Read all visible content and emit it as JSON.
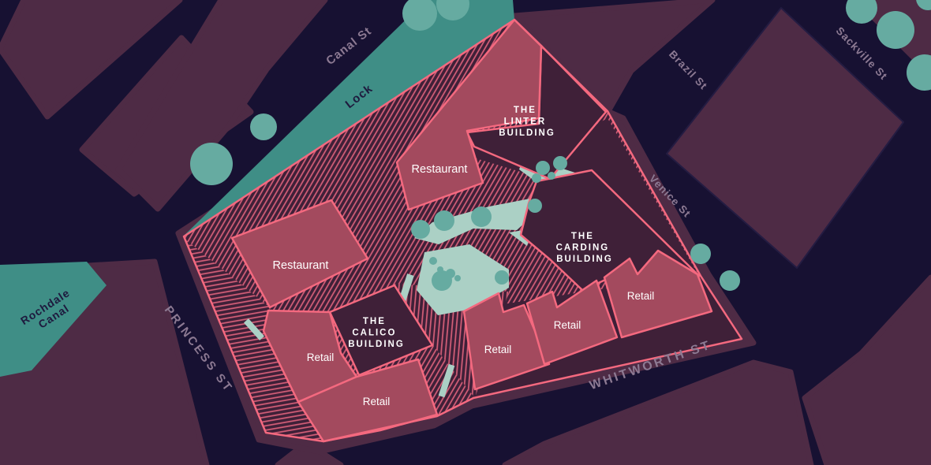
{
  "colors": {
    "street_background": "#171132",
    "city_block": "#4e2b45",
    "block_outline": "#241c42",
    "canal_water": "#3f8e86",
    "tree": "#66aba1",
    "landscape": "#abd0c5",
    "site_ground": "#3f2038",
    "unit_fill": "#a34a5e",
    "site_outline": "#f4697f",
    "hatch_stripe": "#d75f79",
    "street_label": "#8d7a93",
    "water_label": "#1e1a3e",
    "building_label": "#ffffff"
  },
  "streets": {
    "canal_st": "Canal St",
    "lock": "Lock",
    "rochdale_canal_line1": "Rochdale",
    "rochdale_canal_line2": "Canal",
    "princess_st": "PRINCESS ST",
    "whitworth_st": "WHITWORTH ST",
    "brazil_st": "Brazil St",
    "venice_st": "Venice St",
    "sackville_st": "Sackville St"
  },
  "buildings": {
    "linter": {
      "line1": "THE",
      "line2": "LINTER",
      "line3": "BUILDING"
    },
    "carding": {
      "line1": "THE",
      "line2": "CARDING",
      "line3": "BUILDING"
    },
    "calico": {
      "line1": "THE",
      "line2": "CALICO",
      "line3": "BUILDING"
    }
  },
  "units": {
    "restaurant_canal": "Restaurant",
    "restaurant_west": "Restaurant",
    "retail_calico_west": "Retail",
    "retail_calico_south": "Retail",
    "retail_whitworth_1": "Retail",
    "retail_whitworth_2": "Retail",
    "retail_whitworth_3": "Retail"
  }
}
